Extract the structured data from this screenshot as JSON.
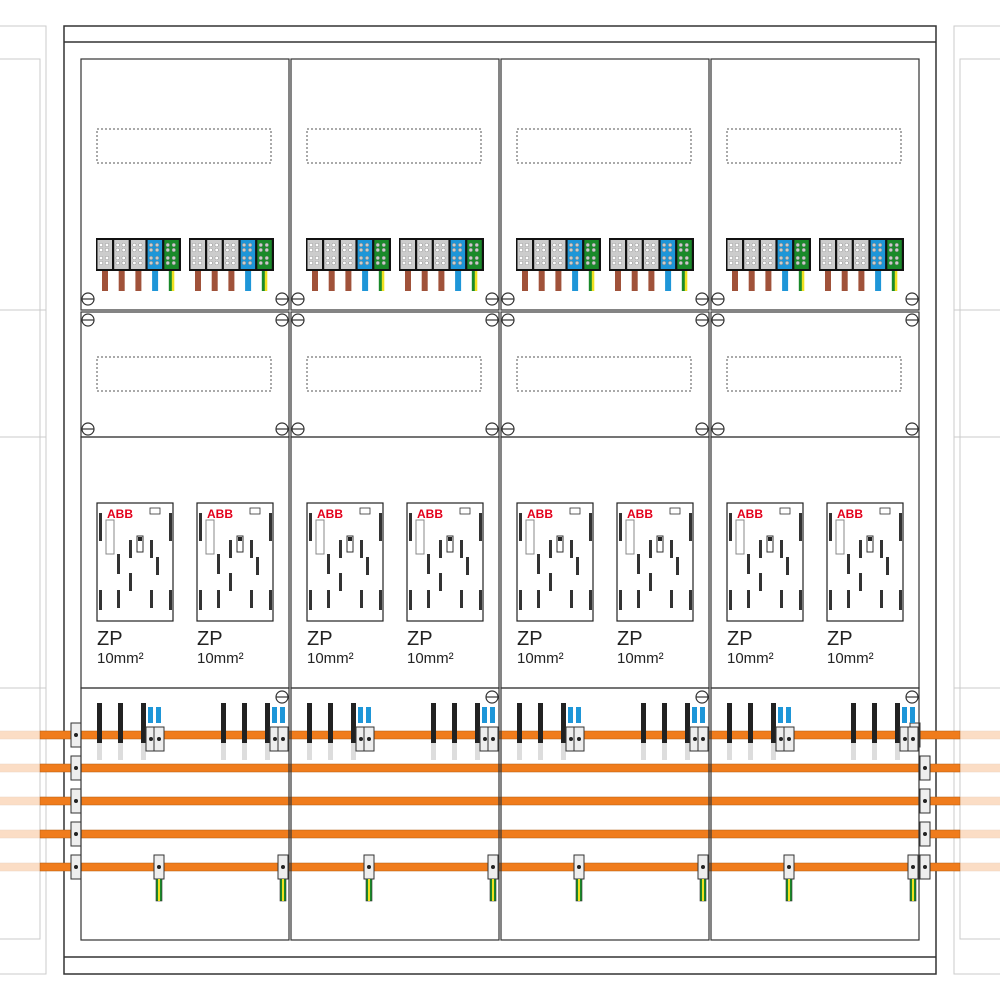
{
  "cabinet": {
    "columns": 4,
    "meters_per_column": 2,
    "meter_brand": "ABB",
    "meter_label": "ZP",
    "meter_cable": "10mm²",
    "busbar_count": 5
  },
  "colors": {
    "frame": "#333333",
    "busbar": "#f07c1c",
    "terminal_grey": "#cccccc",
    "terminal_blue": "#1e96d8",
    "terminal_green": "#1a8a2a",
    "wire_brown": "#a0523a",
    "wire_yellow": "#f0e020",
    "brand_red": "#e3001b"
  }
}
